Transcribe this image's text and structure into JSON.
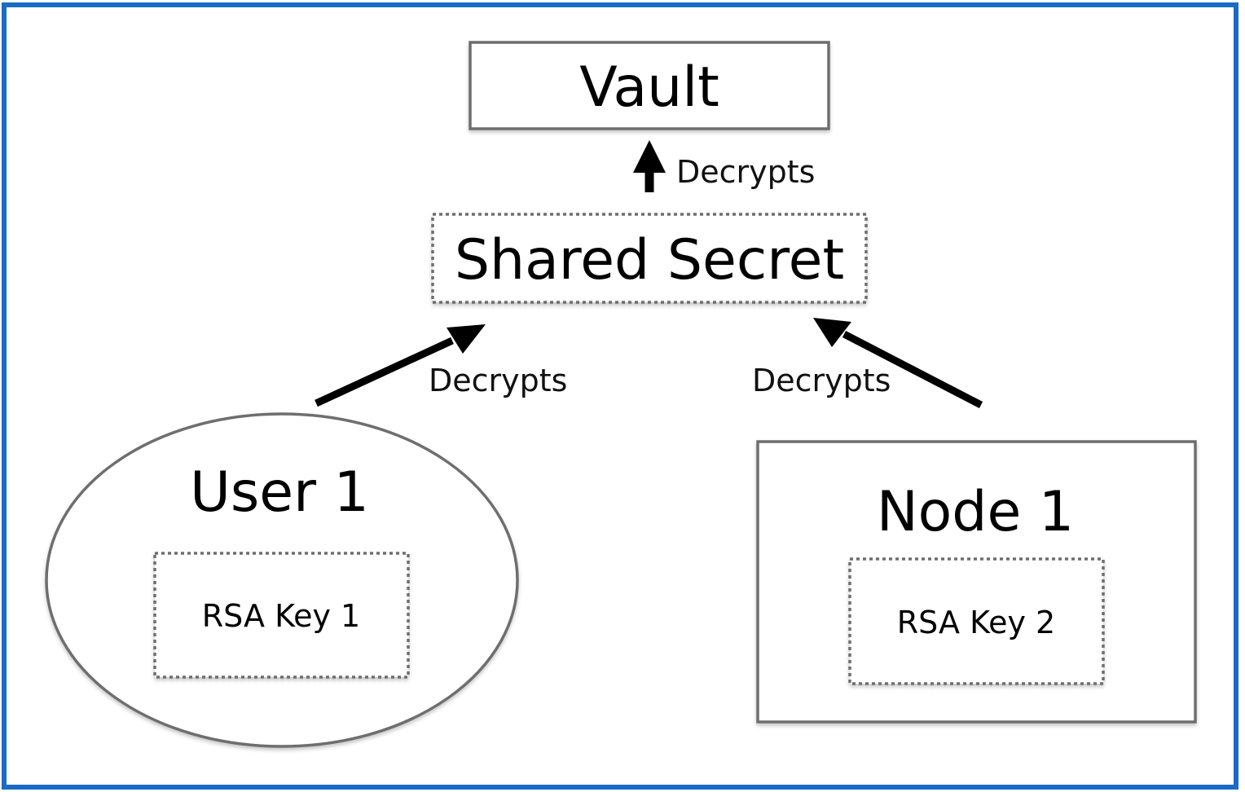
{
  "diagram": {
    "nodes": {
      "vault": {
        "label": "Vault"
      },
      "shared_secret": {
        "label": "Shared Secret"
      },
      "user1": {
        "label": "User 1"
      },
      "rsa_key_1": {
        "label": "RSA Key 1"
      },
      "node1": {
        "label": "Node 1"
      },
      "rsa_key_2": {
        "label": "RSA Key 2"
      }
    },
    "edges": [
      {
        "from": "shared_secret",
        "to": "vault",
        "label": "Decrypts"
      },
      {
        "from": "user1",
        "to": "shared_secret",
        "label": "Decrypts"
      },
      {
        "from": "node1",
        "to": "shared_secret",
        "label": "Decrypts"
      }
    ],
    "colors": {
      "frame": "#1a6bc4",
      "box_stroke": "#6e6e6e",
      "arrow": "#000000",
      "text": "#000000"
    }
  }
}
